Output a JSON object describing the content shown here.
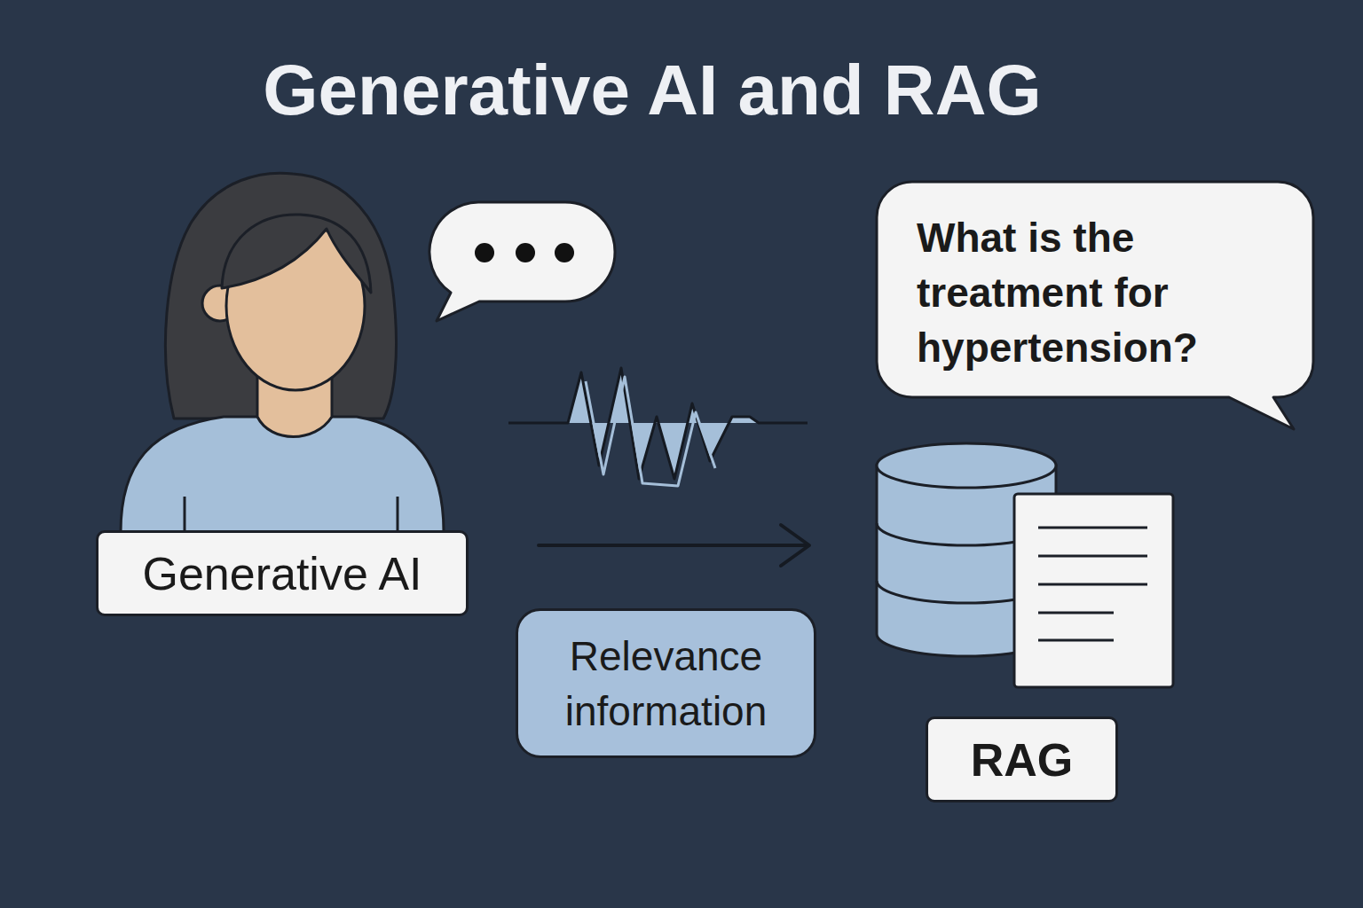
{
  "diagram": {
    "title": "Generative AI and RAG",
    "nodes": [
      {
        "text": [
          "Generative AI"
        ]
      },
      {
        "text": [
          "What is the treatment for hypertension?"
        ]
      },
      {
        "text": [
          "Relevance information"
        ]
      },
      {
        "text": [
          "RAG"
        ]
      }
    ]
  }
}
